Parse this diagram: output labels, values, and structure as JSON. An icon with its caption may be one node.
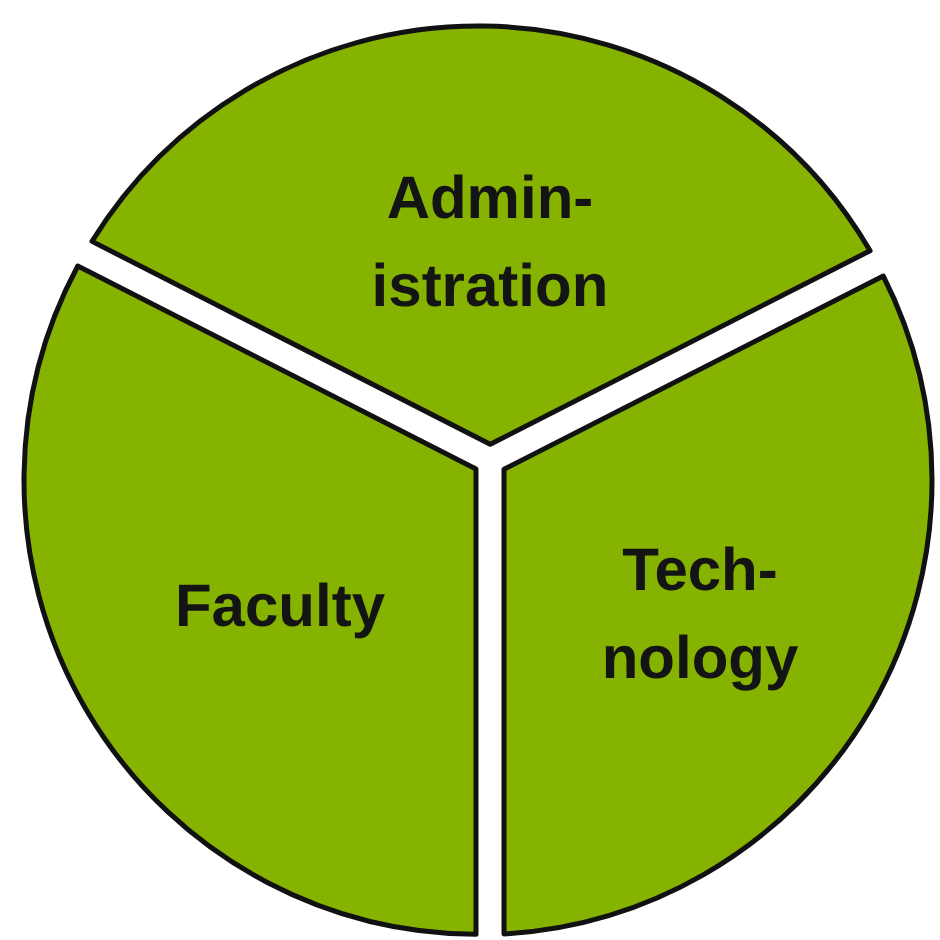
{
  "diagram": {
    "nodes": [
      {
        "text": [
          "Admin- istration"
        ]
      },
      {
        "text": [
          "Faculty"
        ]
      },
      {
        "text": [
          "Tech- nology"
        ]
      }
    ]
  }
}
